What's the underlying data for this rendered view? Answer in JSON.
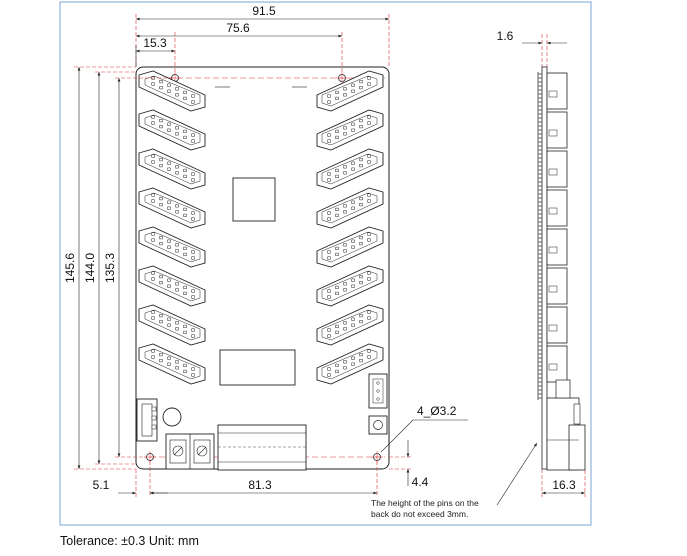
{
  "dimensions": {
    "overall_width": "91.5",
    "hole_spacing_x": "75.6",
    "hole_offset_x": "15.3",
    "overall_height": "145.6",
    "board_height": "144.0",
    "hole_spacing_y": "135.3",
    "hole_offset_left": "5.1",
    "bottom_hole_spacing": "81.3",
    "hole_offset_bottom": "4.4",
    "hole_spec": "4_Ø3.2",
    "pcb_thickness": "1.6",
    "side_height": "16.3"
  },
  "note": {
    "line1": "The height of the pins on the",
    "line2": "back do not exceed 3mm."
  },
  "footer": {
    "tolerance": "Tolerance: ±0.3 Unit: mm"
  },
  "connectors": {
    "per_side": 8
  }
}
